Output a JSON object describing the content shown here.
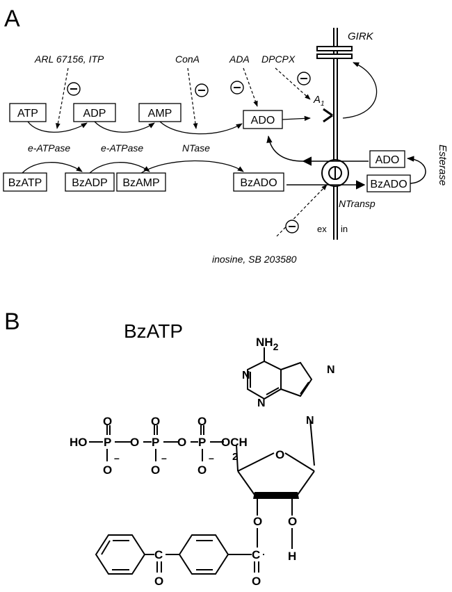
{
  "panelA": {
    "panel_label": "A",
    "top_labels": {
      "inhibitor1": "ARL 67156, ITP",
      "inhibitor2": "ConA",
      "inhibitor3": "ADA",
      "inhibitor4": "DPCPX",
      "channel": "GIRK",
      "receptor": "A",
      "receptor_sub": "1"
    },
    "boxes": {
      "atp": "ATP",
      "adp": "ADP",
      "amp": "AMP",
      "ado": "ADO",
      "bzatp": "BzATP",
      "bzadp": "BzADP",
      "bzamp": "BzAMP",
      "bzado": "BzADO",
      "ado_in": "ADO",
      "bzado_in": "BzADO"
    },
    "enzymes": {
      "e1": "e-ATPase",
      "e2": "e-ATPase",
      "e3": "NTase"
    },
    "inhibit_symbol": "−",
    "esterase": "Esterase",
    "ntransp": "NTransp",
    "ex": "ex",
    "in": "in",
    "bottom_inhibitor": "inosine, SB 203580"
  },
  "panelB": {
    "panel_label": "B",
    "title": "BzATP",
    "atoms": {
      "nh": "NH",
      "nh_sub": "2",
      "n": "N",
      "ho": "HO",
      "p": "P",
      "o": "O",
      "minus": "–",
      "och": "OCH",
      "ch_sub": "2",
      "h": "H",
      "c": "C"
    }
  }
}
